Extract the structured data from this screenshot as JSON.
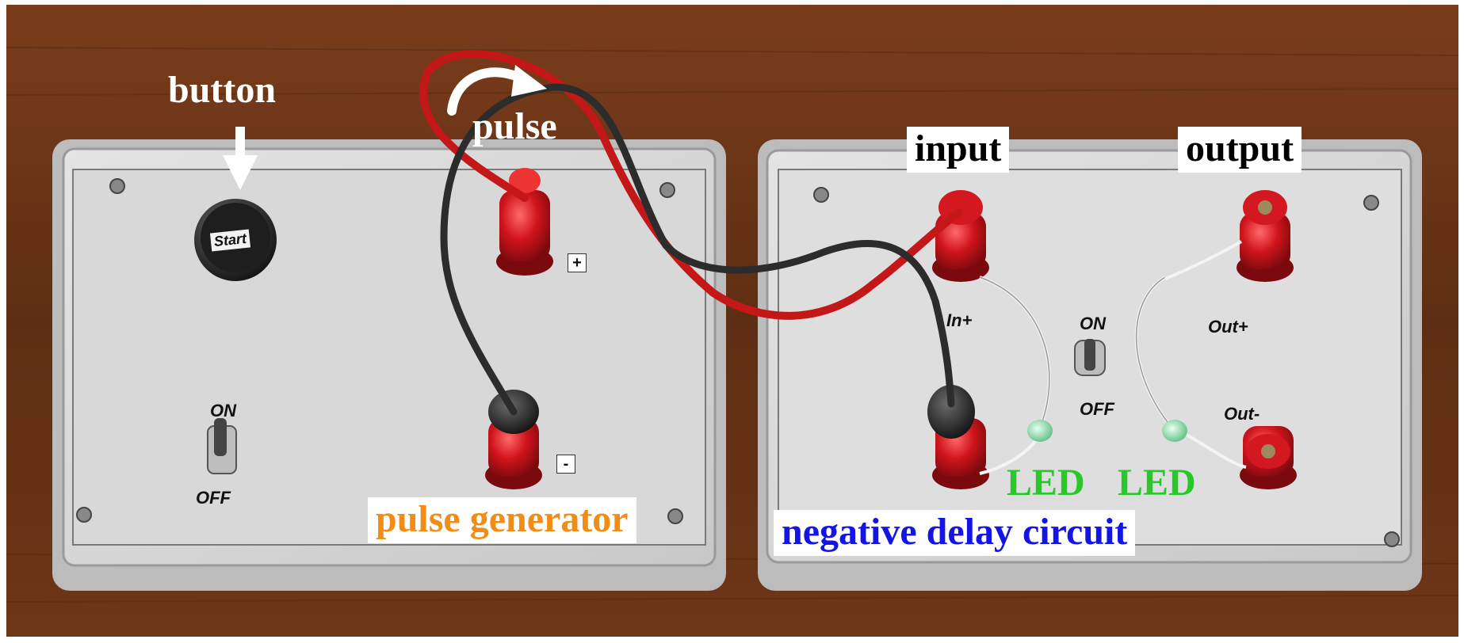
{
  "annotations": {
    "button": "button",
    "pulse": "pulse",
    "input": "input",
    "output": "output",
    "pulse_generator": "pulse generator",
    "negative_delay_circuit": "negative delay circuit",
    "led_left": "LED",
    "led_right": "LED"
  },
  "pulse_generator_panel": {
    "start_label": "Start",
    "switch_on": "ON",
    "switch_off": "OFF",
    "terminal_plus": "+",
    "terminal_minus": "-"
  },
  "delay_circuit_panel": {
    "in_plus": "In+",
    "switch_on": "ON",
    "switch_off": "OFF",
    "out_plus": "Out+",
    "out_minus": "Out-"
  },
  "colors": {
    "background_wood": "#6a3518",
    "panel": "#dcdcdc",
    "jack_red": "#c4121a",
    "wire_red": "#c41818",
    "wire_black": "#2c2c2c",
    "label_white": "#ffffff",
    "label_orange": "#f28c14",
    "label_blue": "#1414e6",
    "label_green": "#28c828",
    "label_black": "#000000"
  }
}
